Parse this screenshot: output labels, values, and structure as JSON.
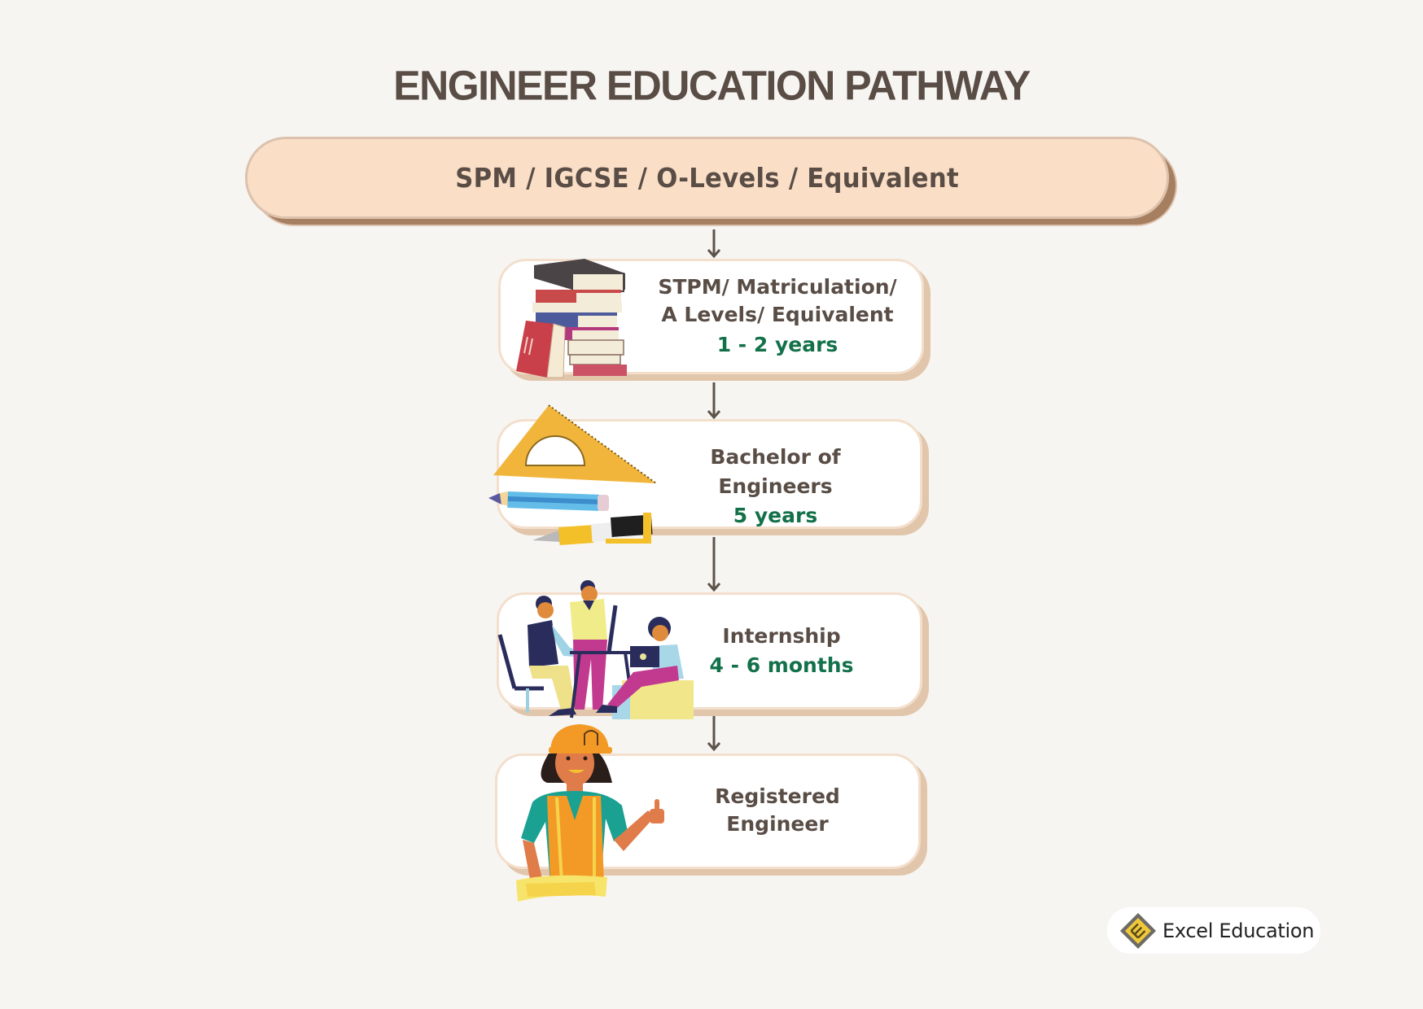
{
  "title": "ENGINEER EDUCATION PATHWAY",
  "entry": {
    "label": "SPM / IGCSE / O-Levels / Equivalent"
  },
  "steps": [
    {
      "line1": "STPM/ Matriculation/",
      "line2": "A Levels/ Equivalent",
      "duration": "1 - 2 years",
      "illustration": "stack-of-books"
    },
    {
      "line1": "Bachelor of Engineers",
      "duration": "5 years",
      "illustration": "set-square-pencil-pen"
    },
    {
      "line1": "Internship",
      "duration": "4 - 6 months",
      "illustration": "people-working-at-desk"
    },
    {
      "line1": "Registered",
      "line2": "Engineer",
      "illustration": "engineer-thumbs-up"
    }
  ],
  "logo": {
    "text": "Excel Education",
    "icon": "diamond-e-logo-icon"
  },
  "colors": {
    "background": "#f7f5f2",
    "text": "#594d46",
    "accent_green": "#13714a",
    "entry_fill": "#fadec6",
    "entry_shadow": "#a67e60",
    "card_border": "#f3dfcc",
    "card_shadow": "#e1c6ab",
    "arrow": "#5e524a"
  }
}
